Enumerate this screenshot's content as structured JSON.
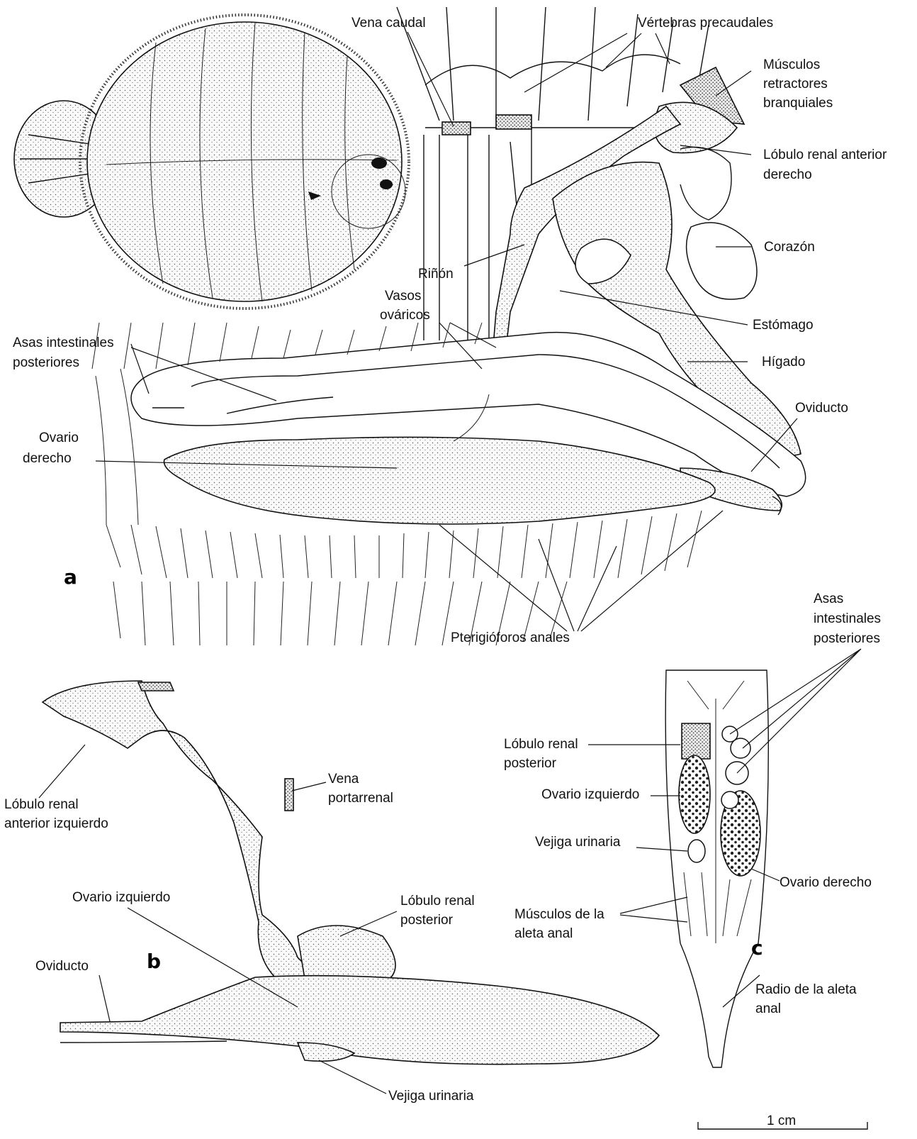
{
  "panels": {
    "a": "a",
    "b": "b",
    "c": "c"
  },
  "labels_a": {
    "vena_caudal": "Vena caudal",
    "vertebras": "Vértebras precaudales",
    "musculos_retractores_1": "Músculos",
    "musculos_retractores_2": "retractores",
    "musculos_retractores_3": "branquiales",
    "lobulo_renal_anterior_1": "Lóbulo renal anterior",
    "lobulo_renal_anterior_2": "derecho",
    "corazon": "Corazón",
    "rinon": "Riñón",
    "vasos_1": "Vasos",
    "vasos_2": "ováricos",
    "estomago": "Estómago",
    "asas_1": "Asas intestinales",
    "asas_2": "posteriores",
    "higado": "Hígado",
    "oviducto": "Oviducto",
    "ovario_1": "Ovario",
    "ovario_2": "derecho",
    "pterigioforos": "Pterigióforos anales"
  },
  "labels_b": {
    "lobulo_renal_anterior_1": "Lóbulo renal",
    "lobulo_renal_anterior_2": "anterior izquierdo",
    "vena_1": "Vena",
    "vena_2": "portarrenal",
    "ovario_izquierdo": "Ovario izquierdo",
    "lobulo_renal_posterior_1": "Lóbulo renal",
    "lobulo_renal_posterior_2": "posterior",
    "oviducto": "Oviducto",
    "vejiga": "Vejiga urinaria"
  },
  "labels_c": {
    "asas_1": "Asas",
    "asas_2": "intestinales",
    "asas_3": "posteriores",
    "lobulo_1": "Lóbulo renal",
    "lobulo_2": "posterior",
    "ovario_izquierdo": "Ovario izquierdo",
    "vejiga": "Vejiga urinaria",
    "ovario_derecho": "Ovario derecho",
    "musculos_1": "Músculos de la",
    "musculos_2": "aleta anal",
    "radio_1": "Radio de la aleta",
    "radio_2": "anal"
  },
  "scale_bar": "1 cm"
}
